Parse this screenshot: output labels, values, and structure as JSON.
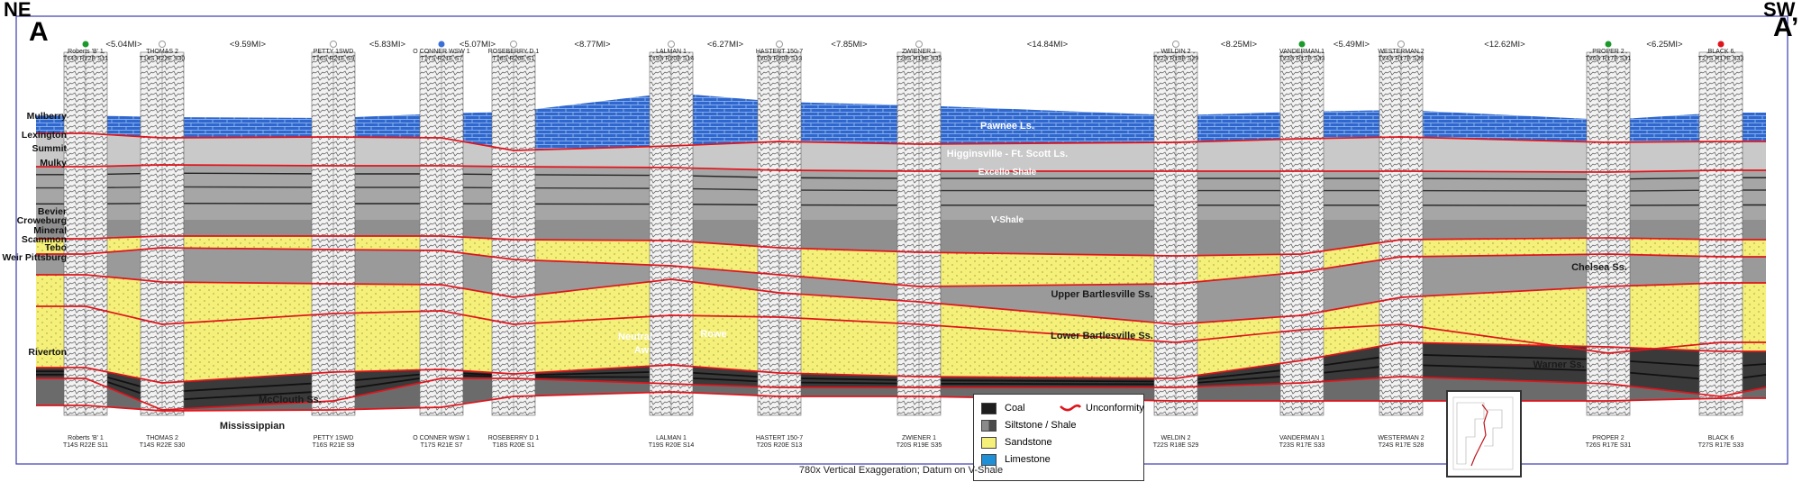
{
  "header": {
    "left_direction": "NE",
    "right_direction": "SW",
    "left_section": "A",
    "right_section": "A’"
  },
  "wells": [
    {
      "name": "Roberts 'B' 1",
      "location": "T14S R22E S11",
      "status": "green"
    },
    {
      "name": "THOMAS 2",
      "location": "T14S R22E S30",
      "status": "dry"
    },
    {
      "name": "PETTY 1SWD",
      "location": "T16S R21E S9",
      "status": "dry"
    },
    {
      "name": "O CONNER WSW 1",
      "location": "T17S R21E S7",
      "status": "blue"
    },
    {
      "name": "ROSEBERRY D 1",
      "location": "T18S R20E S1",
      "status": "dry"
    },
    {
      "name": "LALMAN 1",
      "location": "T19S R20E S14",
      "status": "dry"
    },
    {
      "name": "HASTERT 150-7",
      "location": "T20S R20E S13",
      "status": "dry"
    },
    {
      "name": "ZWIENER 1",
      "location": "T20S R19E S35",
      "status": "dry"
    },
    {
      "name": "WELDIN 2",
      "location": "T22S R18E S29",
      "status": "dry"
    },
    {
      "name": "VANDERMAN 1",
      "location": "T23S R17E S33",
      "status": "green"
    },
    {
      "name": "WESTERMAN 2",
      "location": "T24S R17E S28",
      "status": "dry"
    },
    {
      "name": "PROPER 2",
      "location": "T26S R17E S31",
      "status": "green"
    },
    {
      "name": "BLACK 6",
      "location": "T27S R17E S33",
      "status": "red"
    }
  ],
  "distances": [
    "<5.04MI>",
    "<9.59MI>",
    "<5.83MI>",
    "<5.07MI>",
    "<8.77MI>",
    "<6.27MI>",
    "<7.85MI>",
    "<14.84MI>",
    "<8.25MI>",
    "<5.49MI>",
    "<12.62MI>",
    "<6.25MI>"
  ],
  "horizon_labels": [
    "Mulberry",
    "Lexington",
    "Summit",
    "Mulky",
    "Bevier",
    "Croweburg",
    "Mineral",
    "Scammon",
    "Tebo",
    "Weir Pittsburg",
    "Riverton"
  ],
  "unit_labels": [
    "Pawnee Ls.",
    "Higginsville - Ft. Scott Ls.",
    "Excello Shale",
    "V-Shale",
    "Upper Bartlesville Ss.",
    "Lower Bartlesville Ss.",
    "Chelsea Ss.",
    "Warner Ss.",
    "McClouth Ss.",
    "Mississippian",
    "Rowe",
    "Neutral",
    "Aw"
  ],
  "legend": {
    "items": [
      {
        "label": "Coal",
        "color": "#1e1e1e"
      },
      {
        "label": "Siltstone / Shale",
        "color": "#8a8a8a"
      },
      {
        "label": "Sandstone",
        "color": "#f4f07a"
      },
      {
        "label": "Limestone",
        "color": "#1f8fd6"
      }
    ],
    "unconformity_label": "Unconformity",
    "unconformity_color": "#e0141c"
  },
  "footer": "780x Vertical Exaggeration; Datum on  V-Shale",
  "colors": {
    "limestone": "#2f67cf",
    "shale": "#a6a6a6",
    "dark_shale": "#3a3a3a",
    "sandstone": "#f4f07a",
    "unconformity": "#e0141c",
    "frame": "#3b3bb0"
  }
}
